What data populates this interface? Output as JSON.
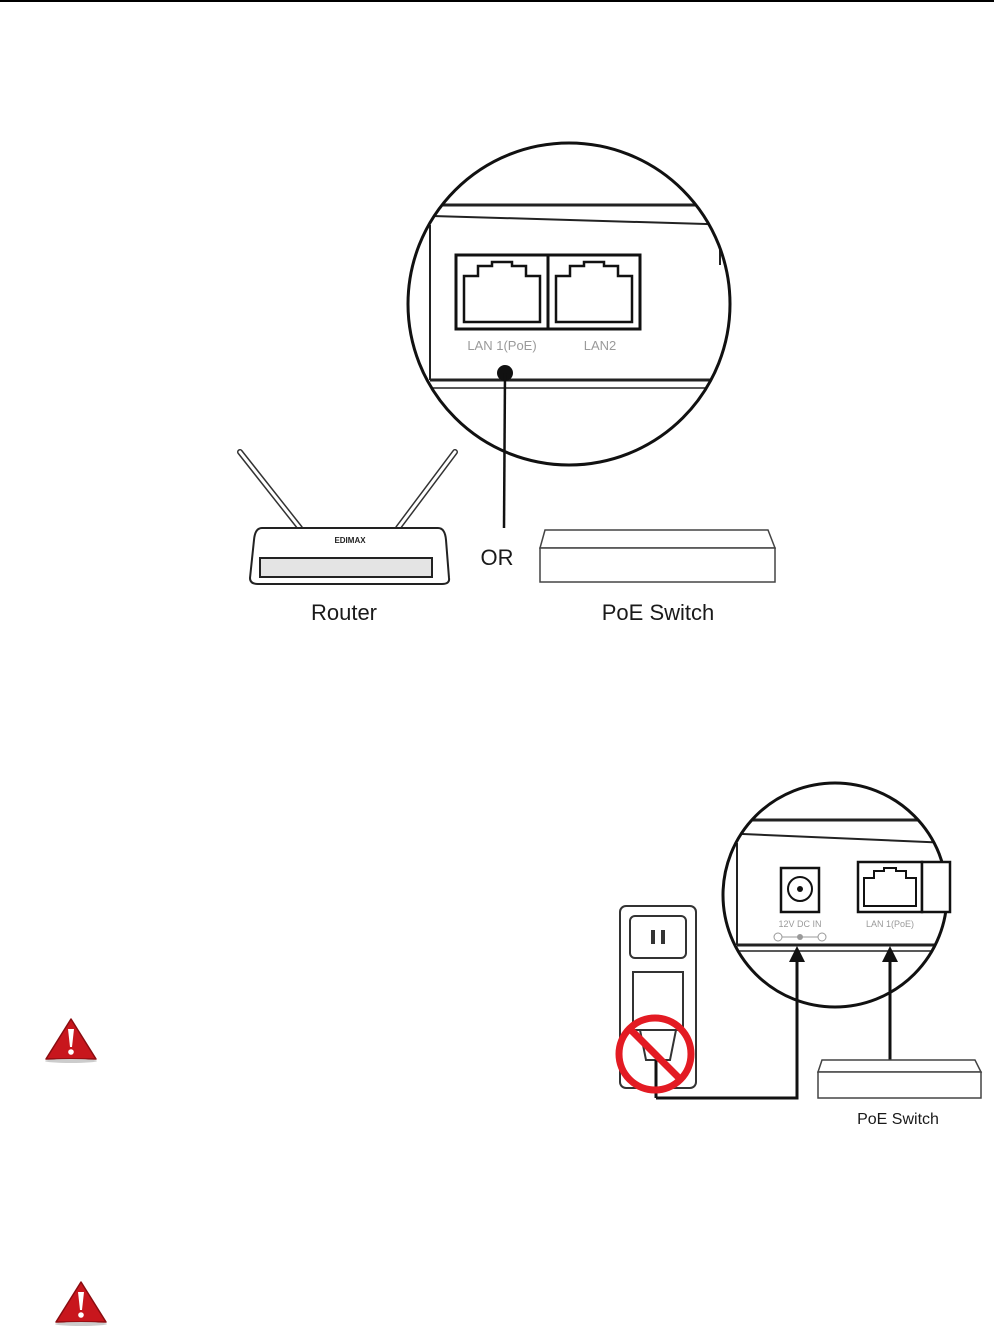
{
  "figure1": {
    "port_labels": [
      "LAN 1(PoE)",
      "LAN2"
    ],
    "connector_word": "OR",
    "router_label": "Router",
    "router_brand": "EDIMAX",
    "switch_label": "PoE Switch"
  },
  "figure2": {
    "dc_label": "12V DC IN",
    "lan_label": "LAN 1(PoE)",
    "switch_label": "PoE Switch"
  },
  "icons": [
    "warning-icon",
    "warning-icon",
    "no-symbol-icon",
    "power-outlet-icon",
    "router-icon",
    "poe-switch-icon"
  ]
}
